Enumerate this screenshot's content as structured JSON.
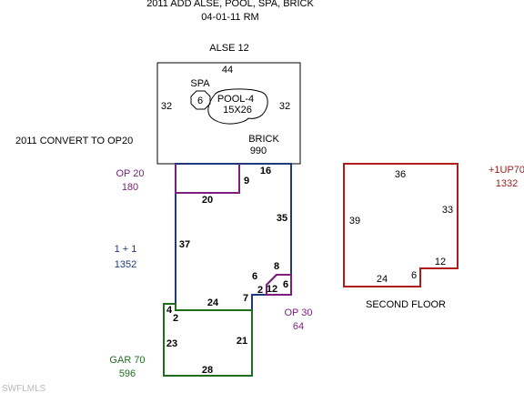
{
  "header": {
    "title": "2011 ADD ALSE, POOL, SPA, BRICK",
    "date": "04-01-11 RM"
  },
  "notes": {
    "alse_label": "ALSE 12",
    "convert_note": "2011 CONVERT TO OP20"
  },
  "alse_area": {
    "dim_top": "44",
    "dim_left": "32",
    "dim_right": "32",
    "spa_label": "SPA",
    "spa_dim": "6",
    "pool_label": "POOL-4",
    "pool_size": "15X26",
    "brick_label": "BRICK",
    "brick_area": "990"
  },
  "op20": {
    "name": "OP 20",
    "area": "180",
    "dim_bottom": "20",
    "dim_right": "9",
    "color": "#7a1f7a"
  },
  "main_floor": {
    "name": "1 + 1",
    "area": "1352",
    "dim_top": "16",
    "dim_left": "37",
    "dim_right": "35",
    "dim_bottom": "24",
    "color": "#1f3a7a"
  },
  "op30": {
    "name": "OP 30",
    "area": "64",
    "dims": [
      "8",
      "6",
      "2",
      "12",
      "6",
      "7"
    ],
    "color": "#7a1f7a"
  },
  "garage": {
    "name": "GAR 70",
    "area": "596",
    "dim_notch_a": "4",
    "dim_notch_b": "2",
    "dim_left": "23",
    "dim_right": "21",
    "dim_bottom": "28",
    "color": "#1f6e1f"
  },
  "second_floor": {
    "label": "SECOND FLOOR",
    "name": "+1UP70",
    "area": "1332",
    "dim_top": "36",
    "dim_left": "39",
    "dim_right": "33",
    "dim_step_h": "12",
    "dim_step_v": "6",
    "dim_bottom": "24",
    "color": "#b01c1c"
  },
  "watermark": "SWFLMLS"
}
